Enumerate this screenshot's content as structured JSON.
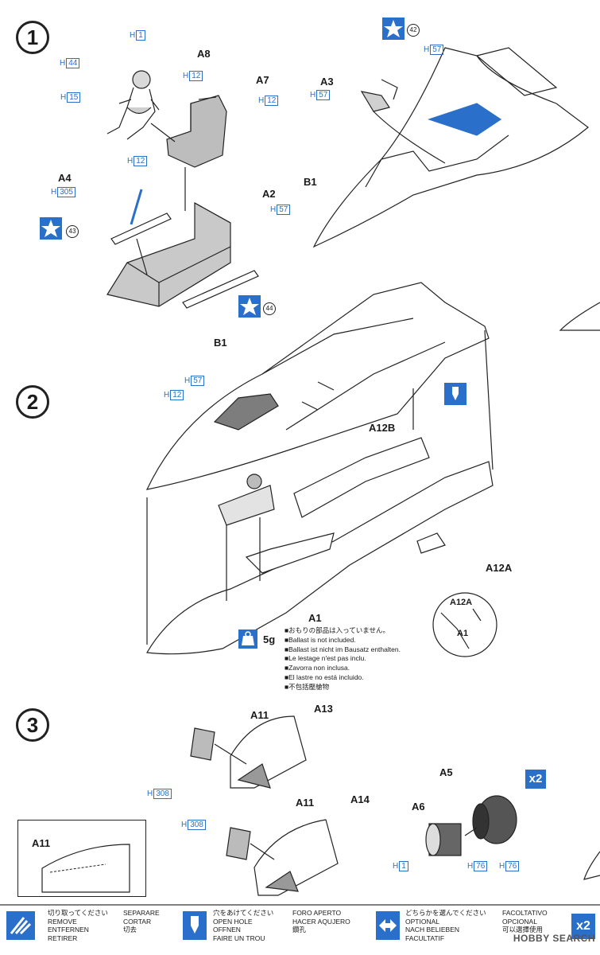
{
  "steps": {
    "s1": "1",
    "s2": "2",
    "s3": "3"
  },
  "parts": {
    "a8": "A8",
    "a7": "A7",
    "a3": "A3",
    "a4": "A4",
    "a2": "A2",
    "b1_top": "B1",
    "b1_mid": "B1",
    "a12b": "A12B",
    "a12a": "A12A",
    "a12a_detail": "A12A",
    "a1_detail": "A1",
    "a1": "A1",
    "a11_top": "A11",
    "a13": "A13",
    "a11_mid": "A11",
    "a14": "A14",
    "a11_inset": "A11",
    "a5": "A5",
    "a6": "A6"
  },
  "colors": {
    "h_prefix": "H",
    "c1": "1",
    "c44": "44",
    "c12a": "12",
    "c15": "15",
    "c12b": "12",
    "c12c": "12",
    "c305": "305",
    "c57a": "57",
    "c57b": "57",
    "c57c": "57",
    "c57d": "57",
    "c12d": "12",
    "c308a": "308",
    "c308b": "308",
    "c1b": "1",
    "c76a": "76",
    "c76b": "76"
  },
  "decals": {
    "d42": "42",
    "d43": "43",
    "d44": "44"
  },
  "ballast": {
    "weight": "5g",
    "lines": [
      "■おもりの部品は入っていません。",
      "■Ballast is not included.",
      "■Ballast ist nicht im Bausatz enthalten.",
      "■Le lestage n'est pas inclu.",
      "■Zavorra non inclusa.",
      "■El lastre no está incluido.",
      "■不包括壓艙物"
    ]
  },
  "multiplier": "x2",
  "legend": {
    "remove": [
      "切り取ってください",
      "REMOVE",
      "ENTFERNEN",
      "RETIRER"
    ],
    "remove2": [
      "SEPARARE",
      "CORTAR",
      "切去"
    ],
    "hole": [
      "穴をあけてください",
      "OPEN HOLE",
      "OFFNEN",
      "FAIRE UN TROU"
    ],
    "hole2": [
      "FORO APERTO",
      "HACER AQUJERO",
      "鑽孔"
    ],
    "optional": [
      "どちらかを選んでください",
      "OPTIONAL",
      "NACH BELIEBEN",
      "FACULTATIF"
    ],
    "optional2": [
      "FACOLTATIVO",
      "OPCIONAL",
      "可以選擇使用"
    ],
    "x2": "x2"
  },
  "watermark": "HOBBY SEARCH"
}
